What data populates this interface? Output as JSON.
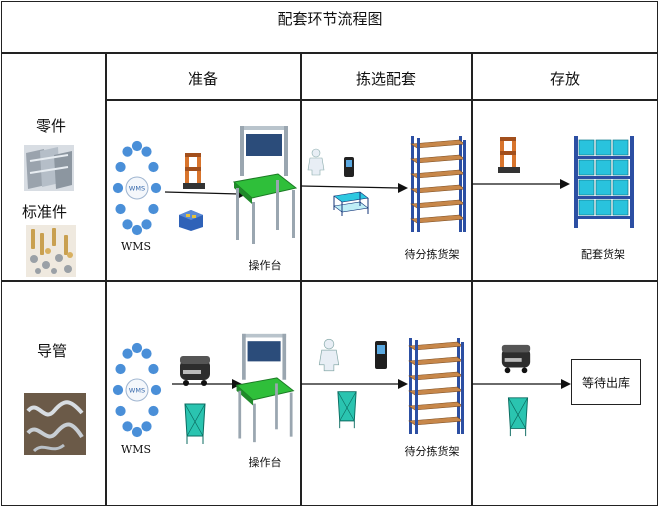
{
  "title": "配套环节流程图",
  "columns": [
    "准备",
    "拣选配套",
    "存放"
  ],
  "rows": {
    "parts": {
      "label_1": "零件",
      "label_2": "标准件"
    },
    "conduit": {
      "label": "导管"
    }
  },
  "captions": {
    "wms_1": "WMS",
    "wms_2": "WMS",
    "workbench_1": "操作台",
    "workbench_2": "操作台",
    "rack_pick_1": "待分拣货架",
    "rack_pick_2": "待分拣货架",
    "rack_store": "配套货架",
    "wait_box": "等待出库"
  },
  "wms_center": "WMS",
  "colors": {
    "wms_node": "#4a8fd8",
    "workbench_top": "#2fbf3a",
    "rack_blue": "#2c4fa3",
    "shelf_wood": "#c7874a",
    "bin_cyan": "#29c3dd",
    "cart_teal": "#1da89c"
  }
}
